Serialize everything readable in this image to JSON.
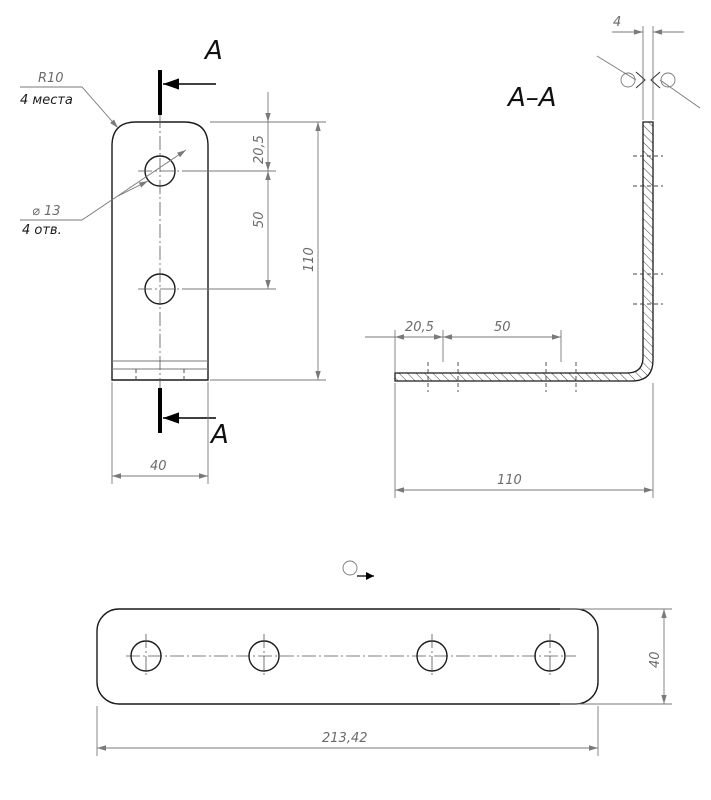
{
  "section_label_top": "A",
  "section_label_bottom": "A",
  "section_title": "A–A",
  "notes": {
    "radius": "R10",
    "radius_count": "4 места",
    "hole_dia": "⌀ 13",
    "hole_count": "4 отв."
  },
  "dims": {
    "hole_offset": "20,5",
    "hole_pitch": "50",
    "height": "110",
    "width": "40",
    "thickness": "4",
    "section_offset": "20,5",
    "section_pitch": "50",
    "section_length": "110",
    "blank_width": "40",
    "blank_length": "213,42"
  }
}
